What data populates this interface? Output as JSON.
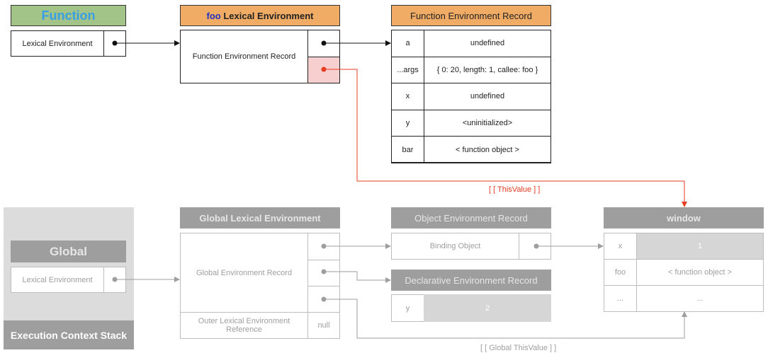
{
  "function_box": {
    "title": "Function",
    "lexical_env_label": "Lexical Environment"
  },
  "foo_env": {
    "title_keyword": "foo",
    "title_rest": " Lexical Environment",
    "record_label": "Function Environment Record"
  },
  "fer": {
    "title": "Function Environment Record",
    "rows": [
      {
        "key": "a",
        "value": "undefined"
      },
      {
        "key": "...args",
        "value": "{ 0: 20, length: 1, callee: foo }"
      },
      {
        "key": "x",
        "value": "undefined"
      },
      {
        "key": "y",
        "value": "<uninitialized>"
      },
      {
        "key": "bar",
        "value": "< function object >"
      }
    ]
  },
  "this_value_label": "[ [ ThisValue ] ]",
  "global_this_value_label": "[ [ Global ThisValue ] ]",
  "ec_stack": {
    "global_label": "Global",
    "lexical_env_label": "Lexical Environment",
    "footer": "Execution Context Stack"
  },
  "global_env": {
    "title": "Global Lexical Environment",
    "record_label": "Global Environment Record",
    "outer_label": "Outer Lexical Environment Reference",
    "outer_value": "null"
  },
  "object_env": {
    "title": "Object Environment Record",
    "binding_label": "Binding Object"
  },
  "declarative_env": {
    "title": "Declarative Environment Record",
    "row": {
      "key": "y",
      "value": "2"
    }
  },
  "window_obj": {
    "title": "window",
    "rows": [
      {
        "key": "x",
        "value": "1"
      },
      {
        "key": "foo",
        "value": "< function object >"
      },
      {
        "key": "...",
        "value": "..."
      }
    ]
  },
  "colors": {
    "orange": "#f0ab65",
    "function_header": "#a3c489",
    "function_title": "#3a9ee4",
    "foo_keyword": "#2233bb",
    "this_value": "#e53b21",
    "gray": "#9e9e9e"
  }
}
